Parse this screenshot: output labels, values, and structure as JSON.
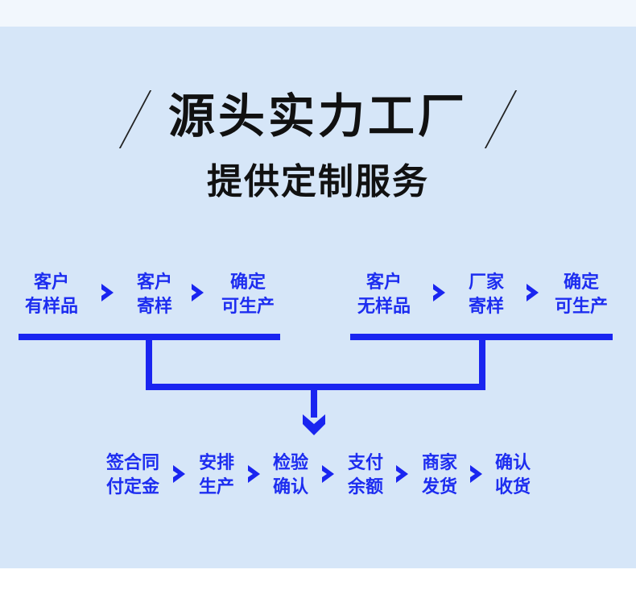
{
  "heading": {
    "title": "源头实力工厂",
    "subtitle": "提供定制服务"
  },
  "colors": {
    "accent": "#1a25f0",
    "panel": "#d6e6f8",
    "text": "#111111"
  },
  "left_flow": [
    {
      "line1": "客户",
      "line2": "有样品"
    },
    {
      "line1": "客户",
      "line2": "寄样"
    },
    {
      "line1": "确定",
      "line2": "可生产"
    }
  ],
  "right_flow": [
    {
      "line1": "客户",
      "line2": "无样品"
    },
    {
      "line1": "厂家",
      "line2": "寄样"
    },
    {
      "line1": "确定",
      "line2": "可生产"
    }
  ],
  "bottom_flow": [
    {
      "line1": "签合同",
      "line2": "付定金"
    },
    {
      "line1": "安排",
      "line2": "生产"
    },
    {
      "line1": "检验",
      "line2": "确认"
    },
    {
      "line1": "支付",
      "line2": "余额"
    },
    {
      "line1": "商家",
      "line2": "发货"
    },
    {
      "line1": "确认",
      "line2": "收货"
    }
  ]
}
